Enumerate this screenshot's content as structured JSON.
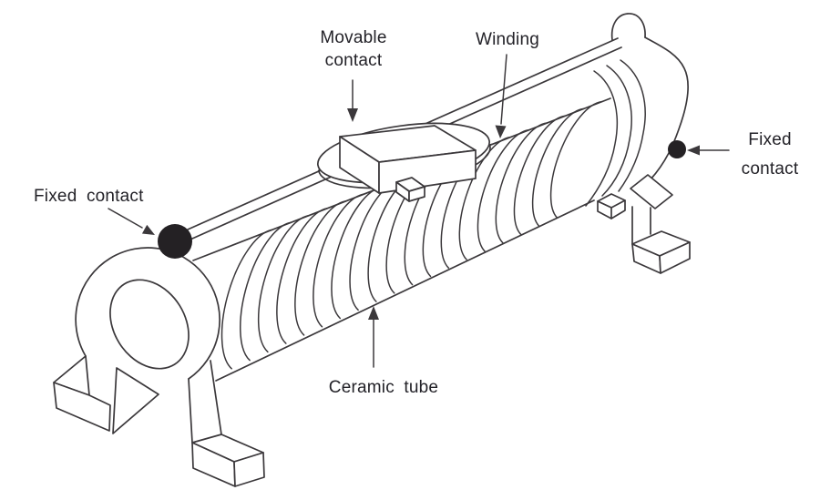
{
  "diagram": {
    "type": "technical-illustration",
    "subject": "Wire-wound rheostat with ceramic tube, winding, movable contact and fixed contacts",
    "background": "#ffffff",
    "line_color": "#3b383b",
    "text_color": "#232228",
    "contact_dot_color": "#242124",
    "winding_turns": 19,
    "labels": {
      "movable_contact": "Movable contact",
      "winding": "Winding",
      "fixed_contact_left": "Fixed contact",
      "fixed_contact_right": "Fixed contact",
      "ceramic_tube": "Ceramic tube"
    }
  }
}
